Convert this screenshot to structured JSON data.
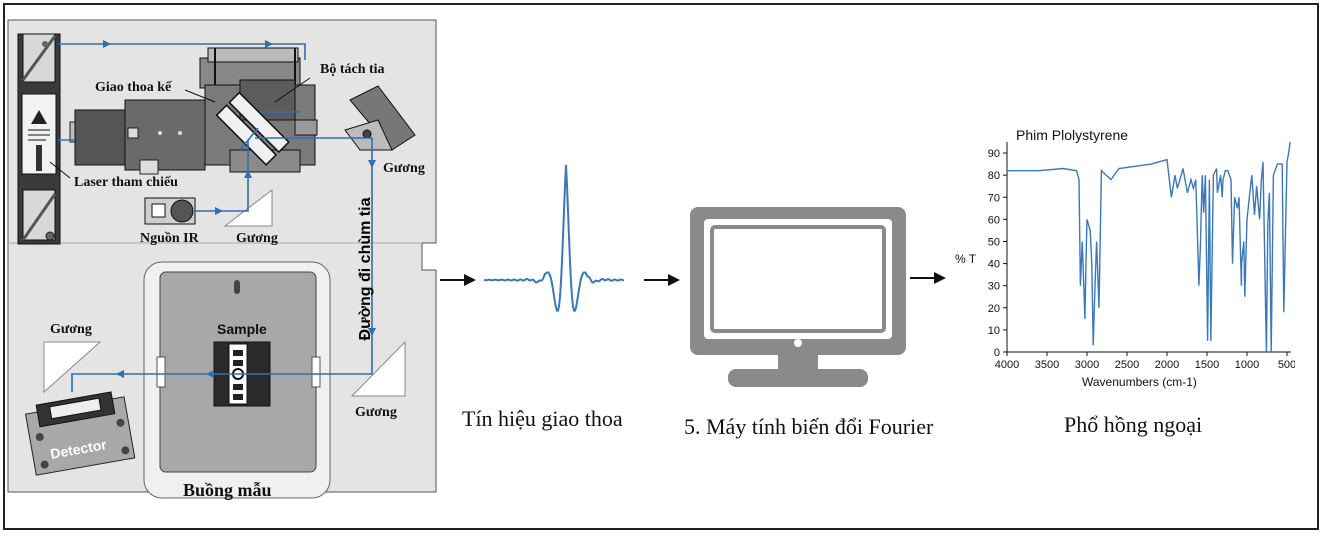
{
  "instrument": {
    "interferometer_label": "Giao thoa kế",
    "beamsplitter_label": "Bộ tách tia",
    "laser_label": "Laser tham chiếu",
    "ir_source_label": "Nguồn IR",
    "mirror_label": "Gương",
    "beam_path_label": "Đường đi chùm tia",
    "sample_label": "Sample",
    "detector_label": "Detector",
    "sample_compartment_label": "Buồng mẫu"
  },
  "captions": {
    "interferogram": "Tín hiệu giao thoa",
    "computer": "5. Máy tính biến đổi Fourier",
    "spectrum": "Phổ hồng ngoại"
  },
  "colors": {
    "beam": "#2f6fb3",
    "instrument_bg": "#e4e4e4",
    "signal": "#3a78b8",
    "monitor": "#8a8a8a"
  },
  "chart_data": {
    "type": "line",
    "title": "Phim Plolystyrene",
    "xlabel": "Wavenumbers (cm-1)",
    "ylabel": "% T",
    "xlim": [
      4000,
      450
    ],
    "ylim": [
      0,
      95
    ],
    "x_ticks": [
      4000,
      3500,
      3000,
      2500,
      2000,
      1500,
      1000,
      500
    ],
    "y_ticks": [
      0,
      10,
      20,
      30,
      40,
      50,
      60,
      70,
      80,
      90
    ],
    "grid": false,
    "series": [
      {
        "x": [
          4000,
          3600,
          3300,
          3130,
          3100,
          3082,
          3060,
          3050,
          3040,
          3026,
          3010,
          3000,
          2960,
          2940,
          2923,
          2900,
          2880,
          2850,
          2820,
          2700,
          2600,
          2400,
          2200,
          2000,
          1945,
          1900,
          1870,
          1800,
          1745,
          1700,
          1670,
          1640,
          1601,
          1583,
          1560,
          1541,
          1520,
          1493,
          1470,
          1452,
          1420,
          1380,
          1370,
          1330,
          1310,
          1300,
          1270,
          1240,
          1200,
          1181,
          1155,
          1120,
          1100,
          1070,
          1068,
          1040,
          1028,
          1000,
          965,
          940,
          906,
          880,
          842,
          820,
          800,
          757,
          740,
          720,
          698,
          670,
          620,
          560,
          540,
          500,
          480,
          460
        ],
        "y": [
          82,
          82,
          83,
          82,
          78,
          30,
          50,
          40,
          30,
          15,
          45,
          60,
          55,
          40,
          3,
          30,
          50,
          20,
          82,
          78,
          83,
          84,
          85,
          87,
          70,
          80,
          74,
          83,
          72,
          78,
          74,
          78,
          30,
          48,
          80,
          63,
          80,
          5,
          78,
          5,
          80,
          83,
          72,
          80,
          70,
          78,
          82,
          82,
          78,
          40,
          70,
          65,
          70,
          30,
          40,
          50,
          25,
          60,
          72,
          80,
          62,
          75,
          60,
          78,
          86,
          0,
          58,
          72,
          0,
          80,
          85,
          85,
          18,
          86,
          90,
          95
        ]
      }
    ]
  }
}
